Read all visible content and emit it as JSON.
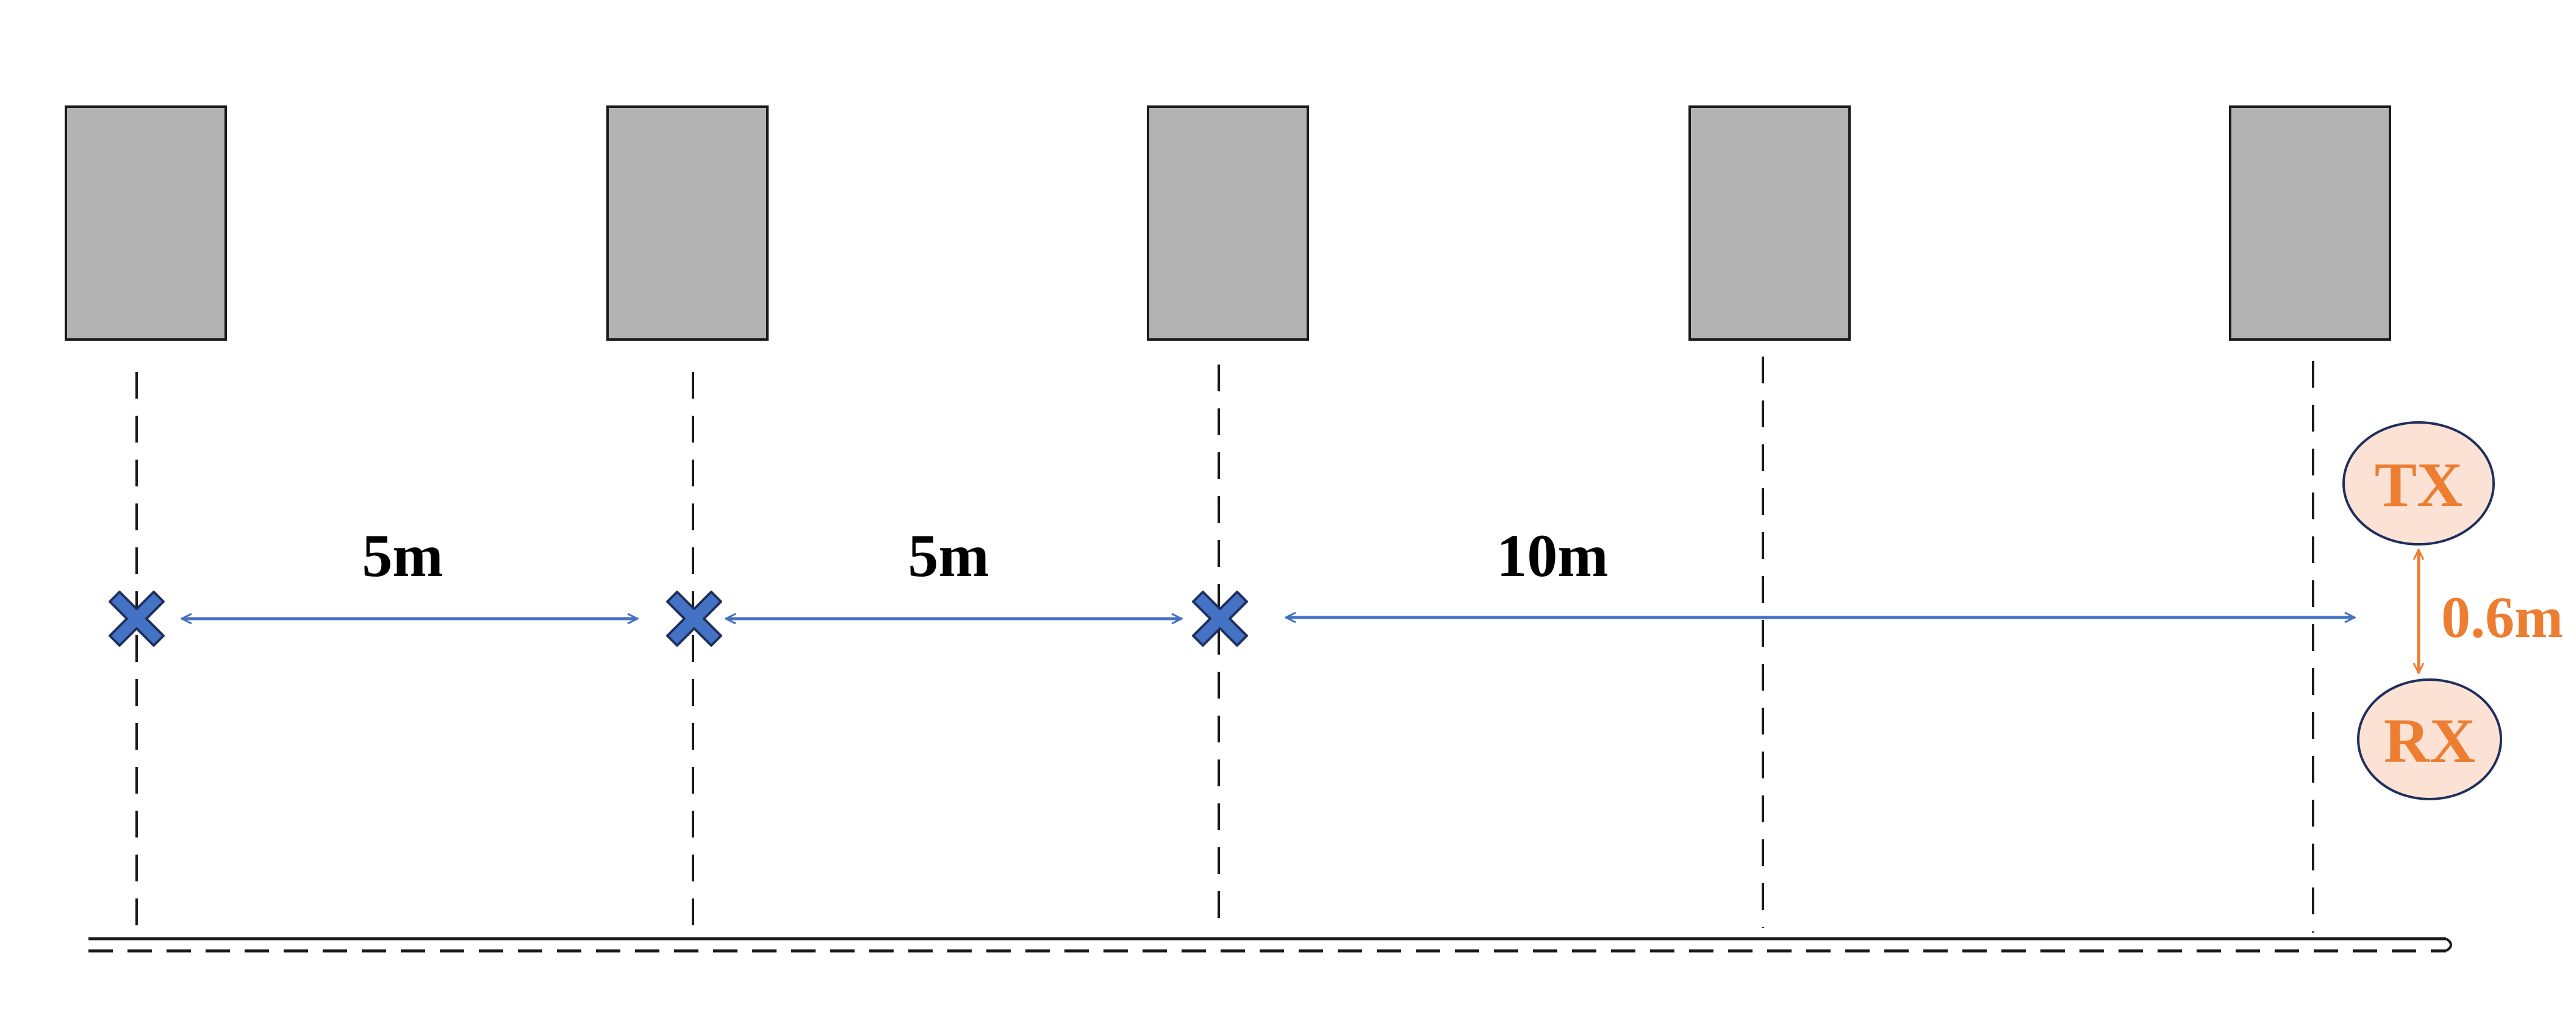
{
  "diagram": {
    "distances": {
      "d1": "5m",
      "d2": "5m",
      "d3": "10m",
      "antenna_gap": "0.6m"
    },
    "nodes": {
      "tx": "TX",
      "rx": "RX"
    },
    "colors": {
      "pillar_fill": "#b3b3b3",
      "pillar_stroke": "#1a1a1a",
      "marker_fill": "#4472c4",
      "marker_stroke": "#1f2f5c",
      "arrow_blue": "#4472c4",
      "accent_orange": "#ed7d31",
      "node_fill": "#fbe2d5",
      "node_stroke": "#1f2f5c",
      "line_dark": "#1a1a1a",
      "text_dark": "#000000"
    },
    "icons": [
      "cross-marker-icon",
      "pillar-block"
    ]
  }
}
